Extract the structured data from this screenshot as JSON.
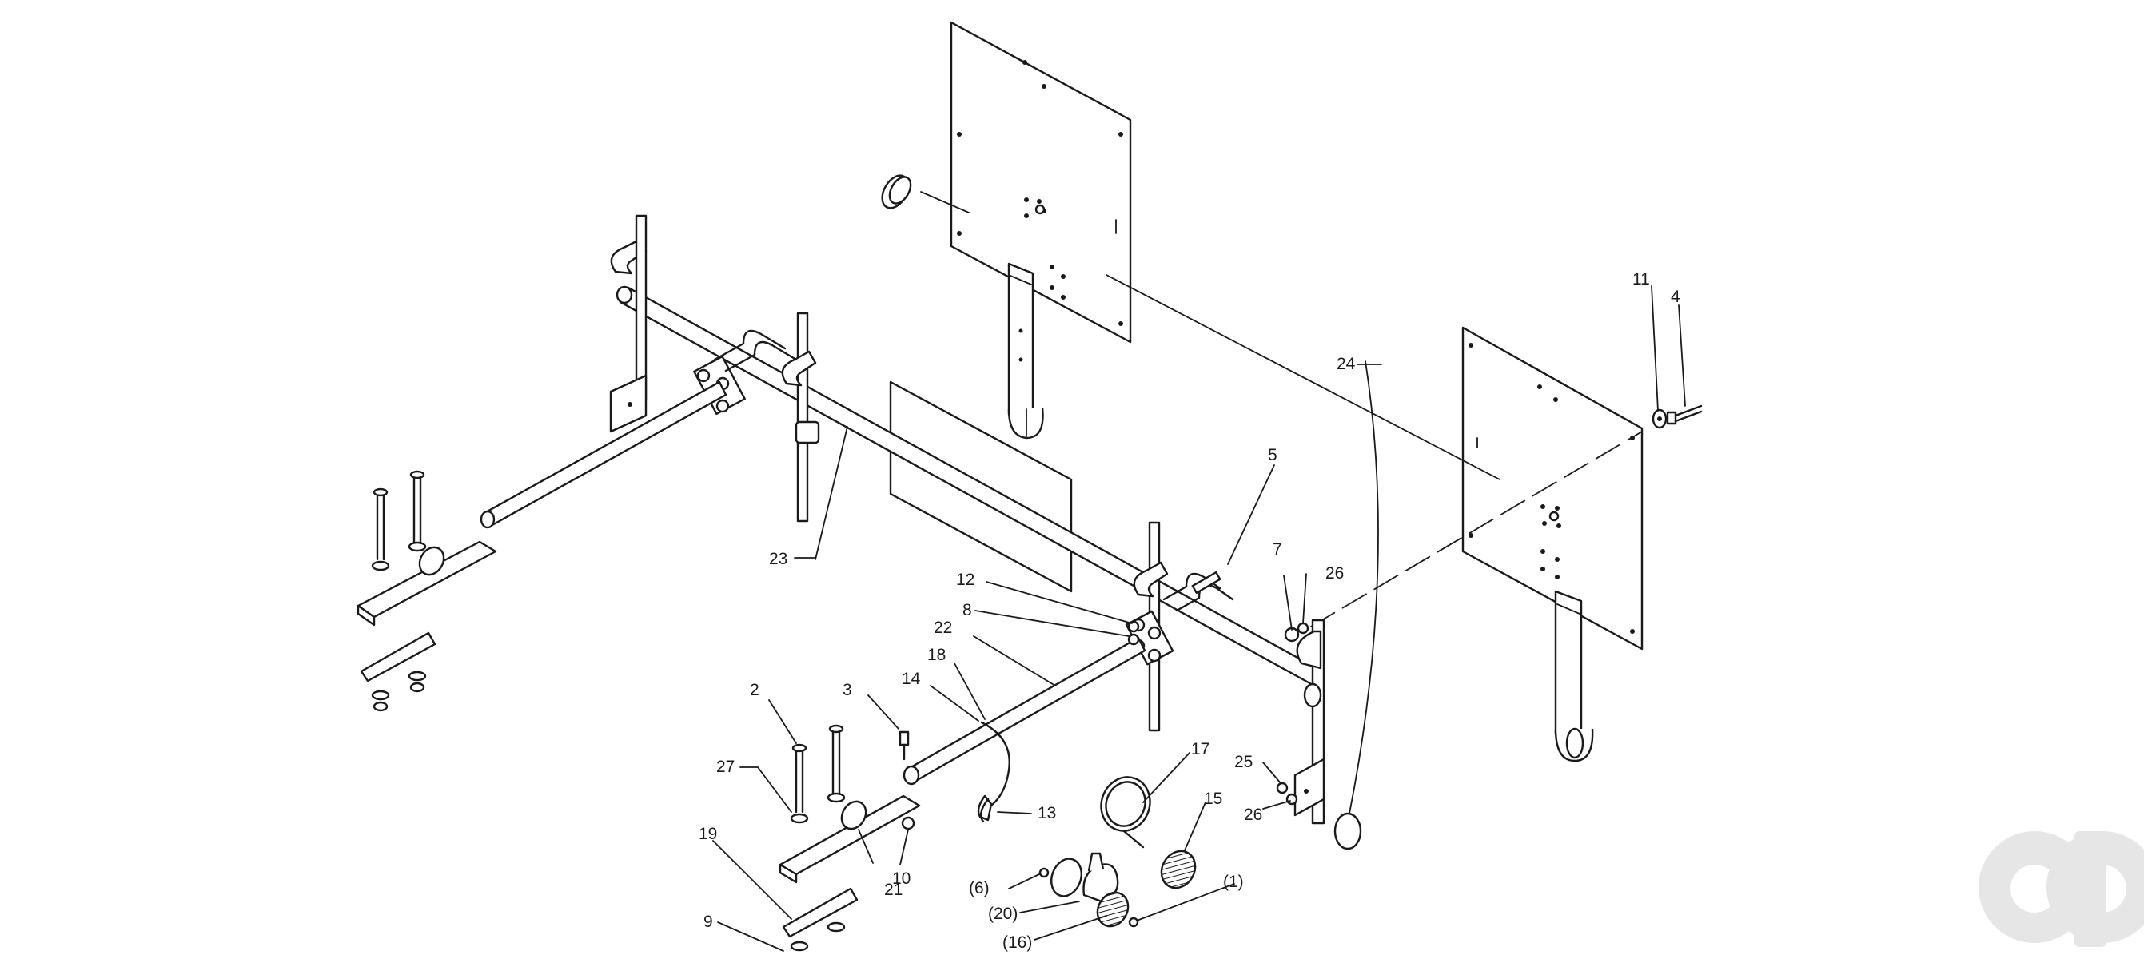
{
  "diagram": {
    "labels": {
      "l1": "(1)",
      "l2": "2",
      "l3": "3",
      "l4": "4",
      "l5": "5",
      "l6": "(6)",
      "l7": "7",
      "l8": "8",
      "l9": "9",
      "l10": "10",
      "l11": "11",
      "l12": "12",
      "l13": "13",
      "l14": "14",
      "l15": "15",
      "l16": "(16)",
      "l17": "17",
      "l18": "18",
      "l19": "19",
      "l20": "(20)",
      "l21": "21",
      "l22": "22",
      "l23": "23",
      "l24": "24",
      "l25": "25",
      "l26a": "26",
      "l26b": "26",
      "l27": "27"
    }
  },
  "colors": {
    "line": "#1a1a1a",
    "background": "#ffffff",
    "watermark": "#e6e6e6"
  }
}
